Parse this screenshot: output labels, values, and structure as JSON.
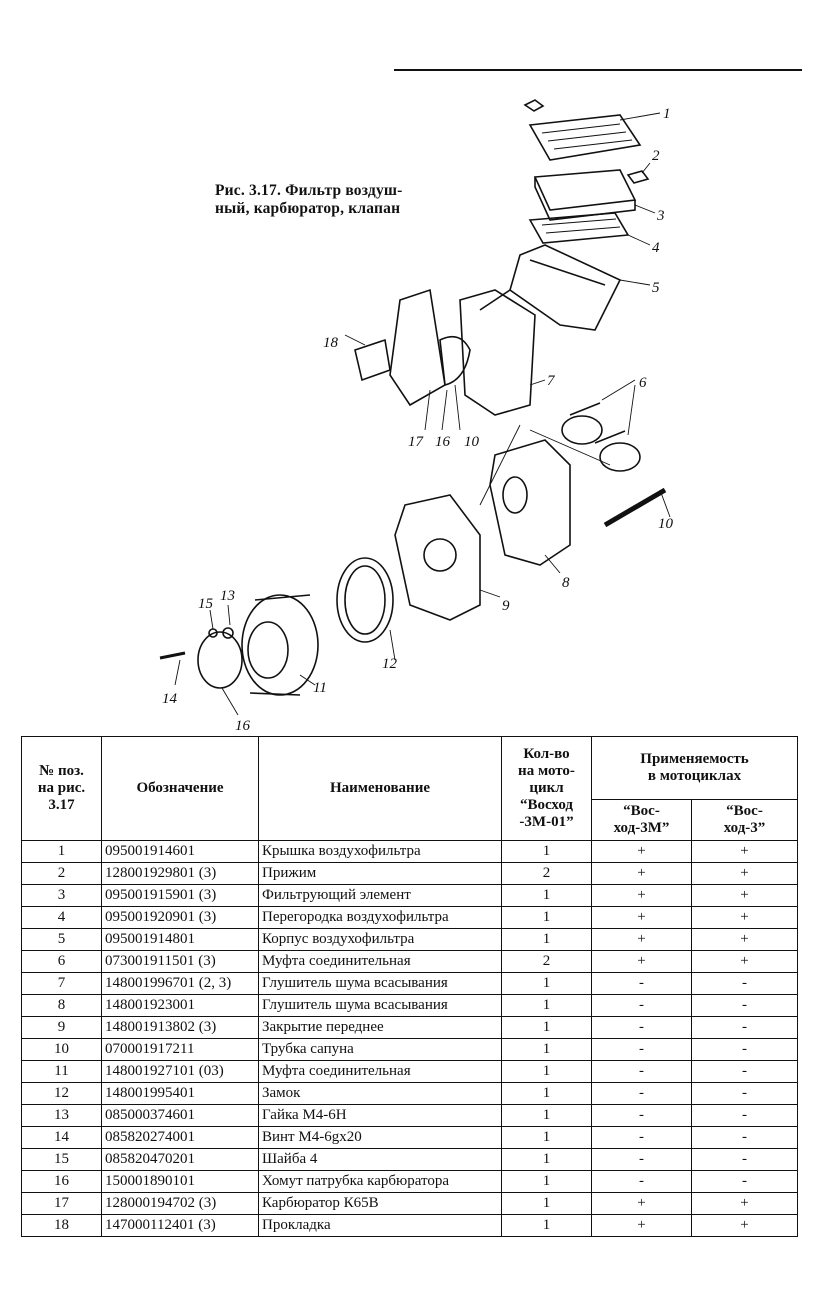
{
  "caption": {
    "line1": "Рис. 3.17. Фильтр воздуш-",
    "line2": "ный, карбюратор, клапан"
  },
  "diagram_labels": [
    "1",
    "2",
    "3",
    "4",
    "5",
    "6",
    "7",
    "8",
    "9",
    "10",
    "10",
    "11",
    "12",
    "13",
    "14",
    "15",
    "16",
    "16",
    "17",
    "18"
  ],
  "table": {
    "headers": {
      "pos": [
        "№ поз.",
        "на рис.",
        "3.17"
      ],
      "code": "Обозначение",
      "name": "Наименование",
      "qty": [
        "Кол-во",
        "на мото-",
        "цикл",
        "“Восход",
        "-3М-01”"
      ],
      "applicability": [
        "Применяемость",
        "в мотоциклах"
      ],
      "voskhod3m": [
        "“Вос-",
        "ход-3М”"
      ],
      "voskhod3": [
        "“Вос-",
        "ход-3”"
      ]
    },
    "rows": [
      [
        "1",
        "095001914601",
        "Крышка воздухофильтра",
        "1",
        "+",
        "+"
      ],
      [
        "2",
        "128001929801 (3)",
        "Прижим",
        "2",
        "+",
        "+"
      ],
      [
        "3",
        "095001915901 (3)",
        "Фильтрующий элемент",
        "1",
        "+",
        "+"
      ],
      [
        "4",
        "095001920901 (3)",
        "Перегородка воздухофильтра",
        "1",
        "+",
        "+"
      ],
      [
        "5",
        "095001914801",
        "Корпус воздухофильтра",
        "1",
        "+",
        "+"
      ],
      [
        "6",
        "073001911501 (3)",
        "Муфта соединительная",
        "2",
        "+",
        "+"
      ],
      [
        "7",
        "148001996701 (2, 3)",
        "Глушитель шума всасывания",
        "1",
        "-",
        "-"
      ],
      [
        "8",
        "148001923001",
        "Глушитель шума всасывания",
        "1",
        "-",
        "-"
      ],
      [
        "9",
        "148001913802 (3)",
        "Закрытие переднее",
        "1",
        "-",
        "-"
      ],
      [
        "10",
        "070001917211",
        "Трубка сапуна",
        "1",
        "-",
        "-"
      ],
      [
        "11",
        "148001927101 (03)",
        "Муфта соединительная",
        "1",
        "-",
        "-"
      ],
      [
        "12",
        "148001995401",
        "Замок",
        "1",
        "-",
        "-"
      ],
      [
        "13",
        "085000374601",
        "Гайка М4-6Н",
        "1",
        "-",
        "-"
      ],
      [
        "14",
        "085820274001",
        "Винт М4-6gх20",
        "1",
        "-",
        "-"
      ],
      [
        "15",
        "085820470201",
        "Шайба 4",
        "1",
        "-",
        "-"
      ],
      [
        "16",
        "150001890101",
        "Хомут патрубка карбюратора",
        "1",
        "-",
        "-"
      ],
      [
        "17",
        "128000194702 (3)",
        "Карбюратор К65В",
        "1",
        "+",
        "+"
      ],
      [
        "18",
        "147000112401 (3)",
        "Прокладка",
        "1",
        "+",
        "+"
      ]
    ]
  }
}
